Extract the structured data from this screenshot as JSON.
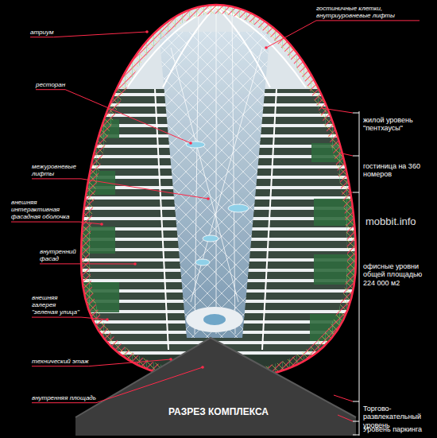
{
  "diagram": {
    "title": "РАЗРЕЗ КОМПЛЕКСА",
    "labels": [
      "атриум",
      "гостиничные клетки, внутриуровневые лифты",
      "ресторан",
      "жилой уровень \"пентхаусы\"",
      "гостиница на 360 номеров",
      "межуровневые лифты",
      "внешняя интерактивная фасадная оболочка",
      "mobbit.info",
      "внутренний фасад",
      "офисные уровни общей площадью 224 000 м2",
      "внешняя галерея \"зеленая улица\"",
      "технический этаж",
      "внутренняя площадь",
      "Торгово-развлекательный уровень",
      "Уровень паркинга"
    ]
  }
}
